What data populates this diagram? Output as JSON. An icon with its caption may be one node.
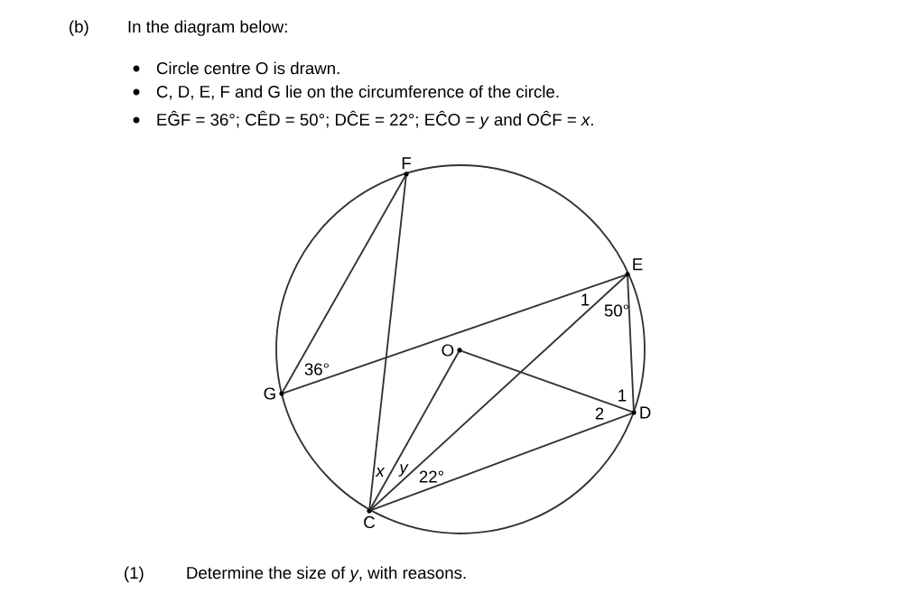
{
  "diagram": {
    "nodes": [
      {
        "text": [
          "F"
        ]
      },
      {
        "text": [
          "E"
        ]
      },
      {
        "text": [
          "O"
        ]
      },
      {
        "text": [
          "G"
        ]
      },
      {
        "text": [
          "D"
        ]
      },
      {
        "text": [
          "C"
        ]
      }
    ],
    "edges": [
      {
        "from": 3,
        "to": 0,
        "arrow": "none"
      },
      {
        "from": 0,
        "to": 5,
        "arrow": "none"
      },
      {
        "from": 3,
        "to": 1,
        "arrow": "none"
      },
      {
        "from": 1,
        "to": 5,
        "arrow": "none"
      },
      {
        "from": 1,
        "to": 4,
        "arrow": "none"
      },
      {
        "from": 5,
        "to": 2,
        "arrow": "none"
      },
      {
        "from": 2,
        "to": 4,
        "arrow": "none"
      },
      {
        "from": 5,
        "to": 4,
        "arrow": "none"
      }
    ],
    "labels": [
      "(b)",
      "In the diagram below:",
      "Circle centre O is drawn.",
      "C, D, E, F and G lie on the circumference of the circle.",
      "EĜF = 36°; CÊD = 50°; DĈE = 22°; EĈO = *y* and OĈF = *x*.",
      "36°",
      "1",
      "50°",
      "1",
      "2",
      "x",
      "y",
      "22°",
      "(1)",
      "Determine the size of *y*, with reasons."
    ]
  }
}
